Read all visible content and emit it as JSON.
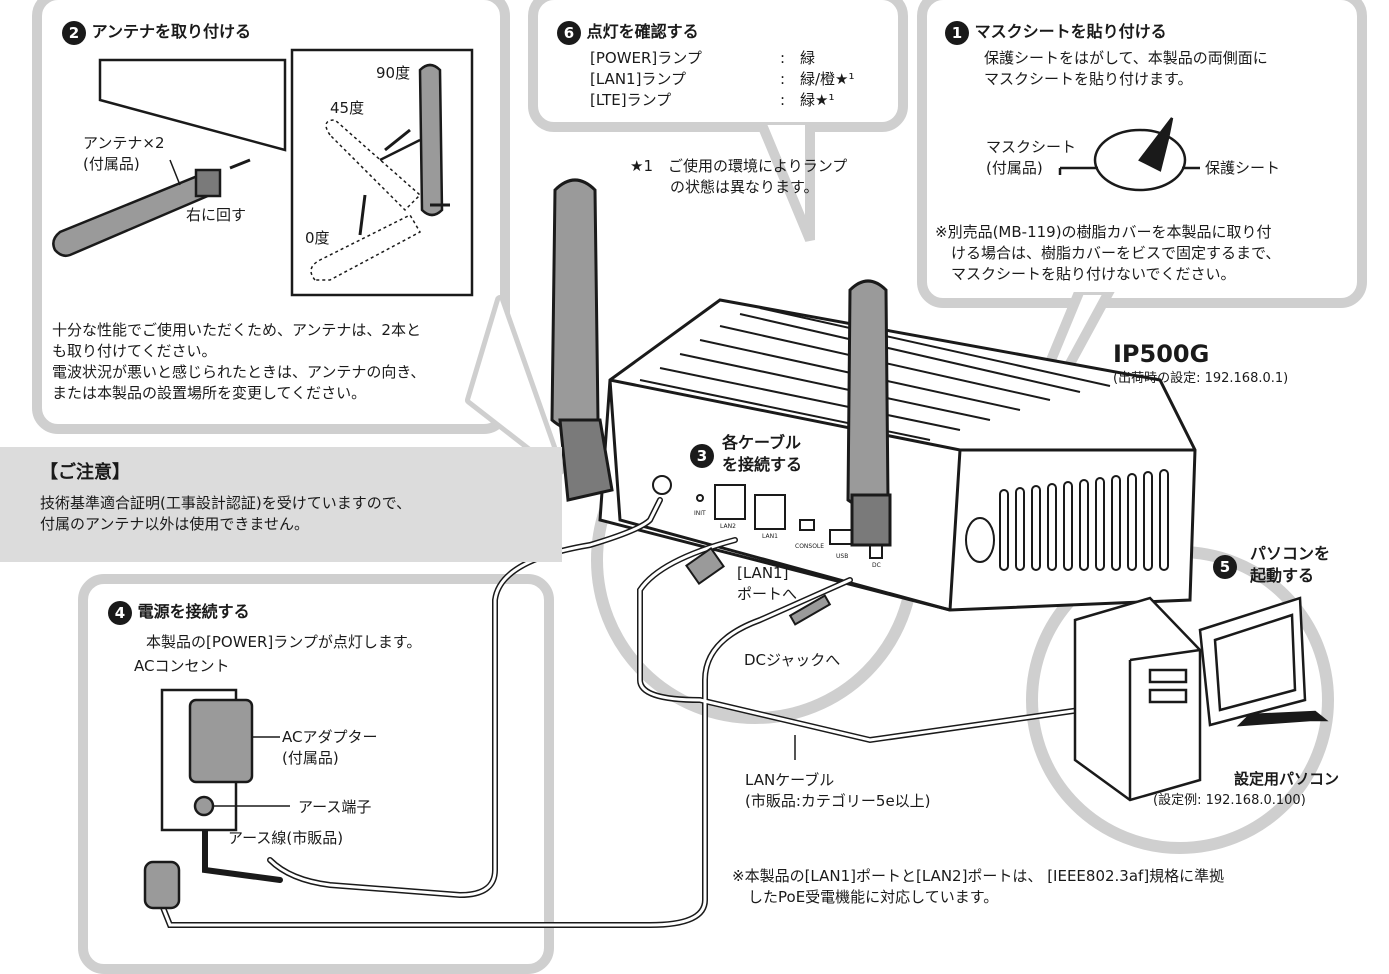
{
  "steps": {
    "s1": {
      "num": "1",
      "title": "マスクシートを貼り付ける",
      "desc1": "保護シートをはがして、本製品の両側面に",
      "desc2": "マスクシートを貼り付けます。",
      "mask_label1": "マスクシート",
      "mask_label2": "(付属品)",
      "protect_label": "保護シート",
      "note1": "※別売品(MB-119)の樹脂カバーを本製品に取り付",
      "note2": "ける場合は、樹脂カバーをビスで固定するまで、",
      "note3": "マスクシートを貼り付けないでください。"
    },
    "s2": {
      "num": "2",
      "title": "アンテナを取り付ける",
      "antenna_label1": "アンテナ×2",
      "antenna_label2": "(付属品)",
      "rotate": "右に回す",
      "deg90": "90度",
      "deg45": "45度",
      "deg0": "0度",
      "desc1": "十分な性能でご使用いただくため、アンテナは、2本と",
      "desc2": "も取り付けてください。",
      "desc3": "電波状況が悪いと感じられたときは、アンテナの向き、",
      "desc4": "または本製品の設置場所を変更してください。"
    },
    "s3": {
      "num": "3",
      "title1": "各ケーブル",
      "title2": "を接続する",
      "lan1_port1": "[LAN1]",
      "lan1_port2": "ポートへ",
      "dc_jack": "DCジャックへ"
    },
    "s4": {
      "num": "4",
      "title": "電源を接続する",
      "desc": "本製品の[POWER]ランプが点灯します。",
      "ac_outlet": "ACコンセント",
      "ac_adapter1": "ACアダプター",
      "ac_adapter2": "(付属品)",
      "earth_terminal": "アース端子",
      "earth_wire": "アース線(市販品)"
    },
    "s5": {
      "num": "5",
      "title1": "パソコンを",
      "title2": "起動する",
      "pc_label": "設定用パソコン",
      "pc_setting": "(設定例: 192.168.0.100)"
    },
    "s6": {
      "num": "6",
      "title": "点灯を確認する",
      "lamps": [
        {
          "name": "[POWER]ランプ",
          "colon": ":",
          "value": "緑"
        },
        {
          "name": "[LAN1]ランプ",
          "colon": ":",
          "value": "緑/橙★¹"
        },
        {
          "name": "[LTE]ランプ",
          "colon": ":",
          "value": "緑★¹"
        }
      ],
      "footnote1": "★1　ご使用の環境によりランプ",
      "footnote2": "の状態は異なります。"
    }
  },
  "notice": {
    "title": "【ご注意】",
    "line1": "技術基準適合証明(工事設計認証)を受けていますので、",
    "line2": "付属のアンテナ以外は使用できません。"
  },
  "device": {
    "model": "IP500G",
    "default": "(出荷時の設定: 192.168.0.1)",
    "port_labels": [
      "INIT",
      "LAN2",
      "LAN1",
      "CONSOLE",
      "USB",
      "DC"
    ]
  },
  "lan_cable": {
    "label1": "LANケーブル",
    "label2": "(市販品:カテゴリー5e以上)"
  },
  "poe_note": {
    "line1": "※本製品の[LAN1]ポートと[LAN2]ポートは、 [IEEE802.3af]規格に準拠",
    "line2": "したPoE受電機能に対応しています。"
  },
  "colors": {
    "bubble_border": "#cfcfcf",
    "notice_bg": "#dcdcdc",
    "ink": "#1a1a1a"
  }
}
